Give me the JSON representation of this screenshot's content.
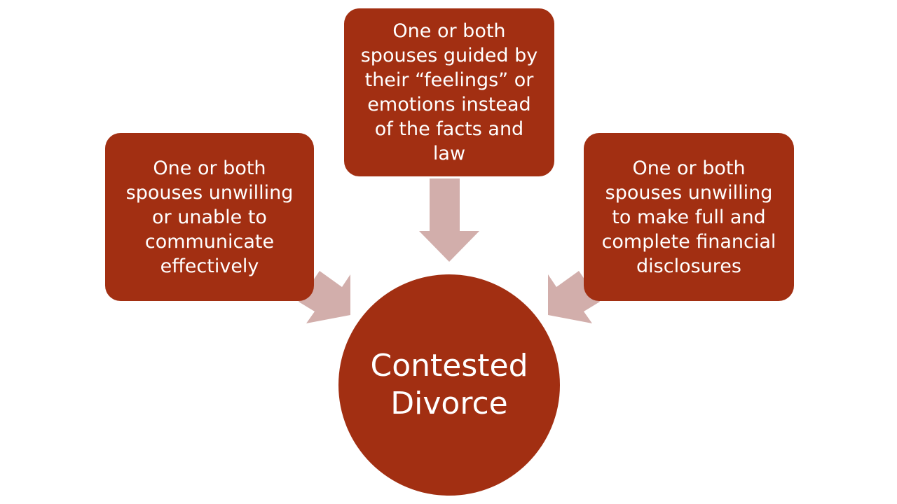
{
  "colors": {
    "box_fill": "#a22f12",
    "arrow_fill": "#d2aeab",
    "text": "#ffffff"
  },
  "diagram": {
    "center": {
      "label": "Contested\nDivorce"
    },
    "causes": [
      {
        "label": "One or both\nspouses unwilling\nor unable to\ncommunicate\neffectively"
      },
      {
        "label": "One or both\nspouses guided by\ntheir “feelings” or\nemotions instead\nof the facts and\nlaw"
      },
      {
        "label": "One or both\nspouses unwilling\nto make full and\ncomplete financial\ndisclosures"
      }
    ]
  }
}
